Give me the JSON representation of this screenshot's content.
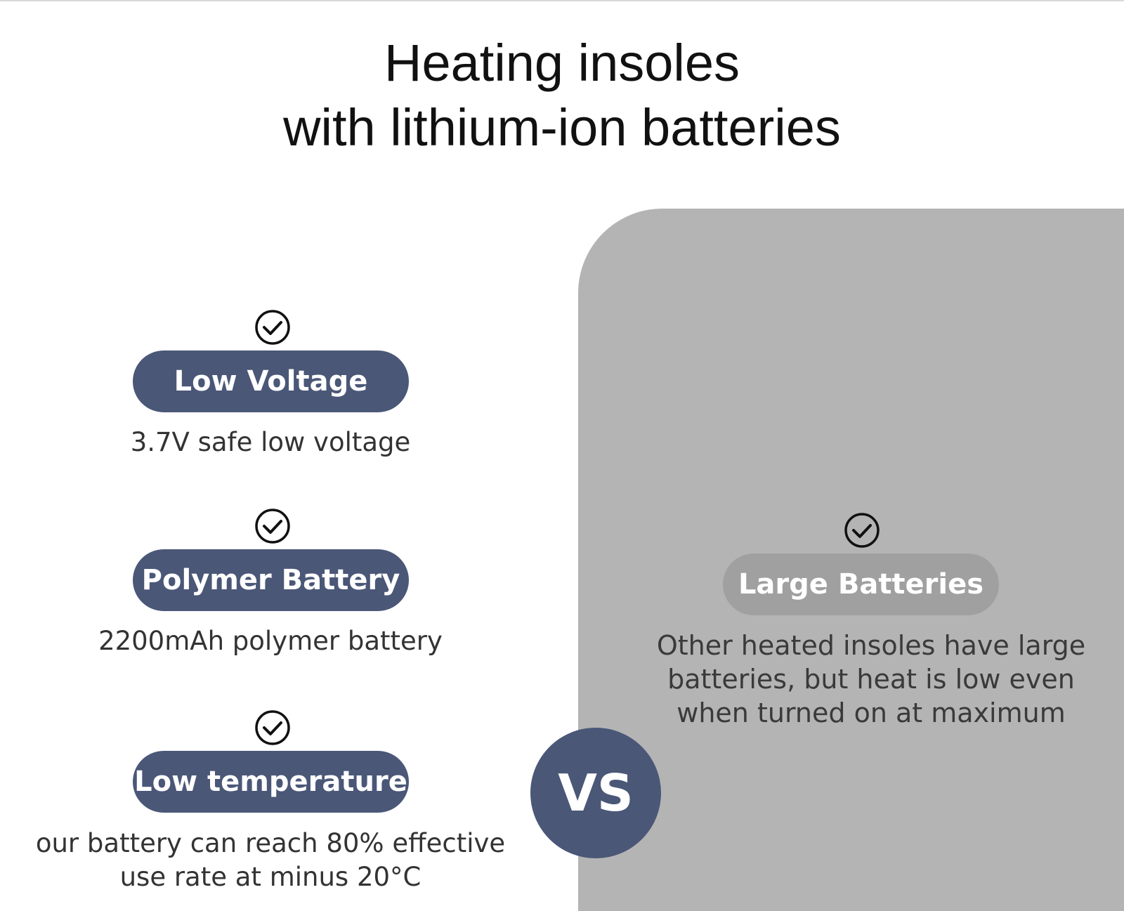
{
  "title": {
    "line1": "Heating insoles",
    "line2": "with lithium-ion batteries"
  },
  "left_features": [
    {
      "label": "Low Voltage",
      "description": "3.7V safe low voltage",
      "icon": "check-circle-icon"
    },
    {
      "label": "Polymer Battery",
      "description": "2200mAh polymer battery",
      "icon": "check-circle-icon"
    },
    {
      "label": "Low temperature",
      "description": "our battery can reach 80% effective use rate at minus 20°C",
      "icon": "check-circle-icon"
    }
  ],
  "right_feature": {
    "label": "Large Batteries",
    "description": "Other heated insoles have large batteries, but heat is low even when turned on at maximum",
    "icon": "check-circle-icon"
  },
  "vs_label": "VS",
  "colors": {
    "accent": "#4a5777",
    "panel_gray": "#b4b4b4",
    "pill_gray": "#a0a0a0",
    "text_dark": "#333333"
  }
}
